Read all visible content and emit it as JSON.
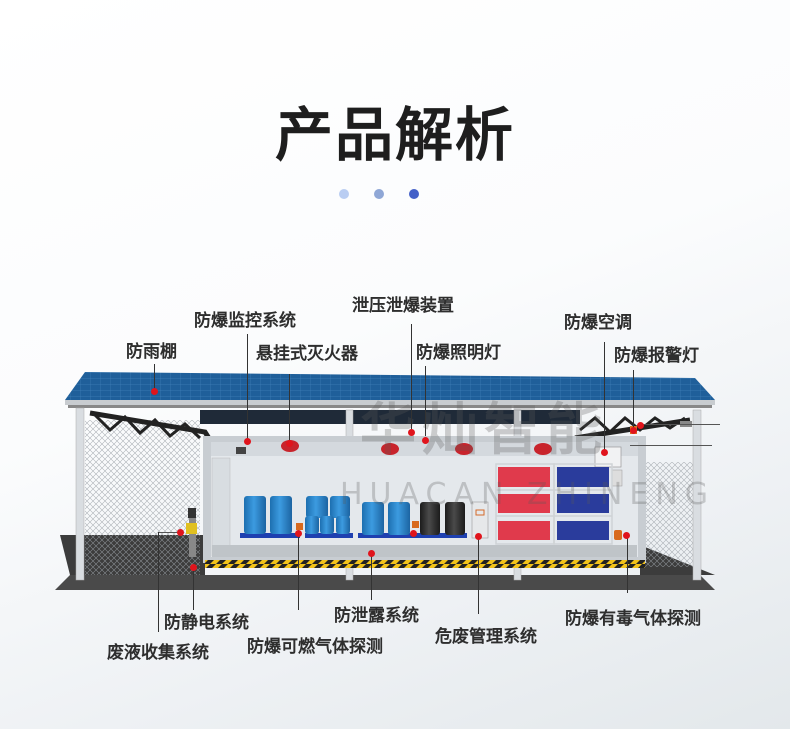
{
  "header": {
    "title": "产品解析",
    "dots": [
      {
        "color": "#b9cdf2"
      },
      {
        "color": "#8fa7d6"
      },
      {
        "color": "#4360c8"
      }
    ]
  },
  "watermark": {
    "cn": "华灿智能",
    "en": "HUACAN ZHINENG"
  },
  "labels": {
    "rain_shed": "防雨棚",
    "monitoring": "防爆监控系统",
    "extinguisher": "悬挂式灭火器",
    "pressure_relief": "泄压泄爆装置",
    "lighting": "防爆照明灯",
    "air_conditioner": "防爆空调",
    "alarm_light": "防爆报警灯",
    "anti_static": "防静电系统",
    "waste_liquid": "废液收集系统",
    "combustible_gas": "防爆可燃气体探测",
    "leak_proof": "防泄露系统",
    "hazardous_waste": "危废管理系统",
    "toxic_gas": "防爆有毒气体探测"
  },
  "colors": {
    "roof": "#1f5f9a",
    "barrel_blue": "#2b86c8",
    "barrel_black": "#2a2a2a",
    "bin_red": "#e03a4c",
    "bin_navy": "#2a3c9c",
    "hazard_yellow": "#f2c31b",
    "marker_red": "#e0141c"
  }
}
